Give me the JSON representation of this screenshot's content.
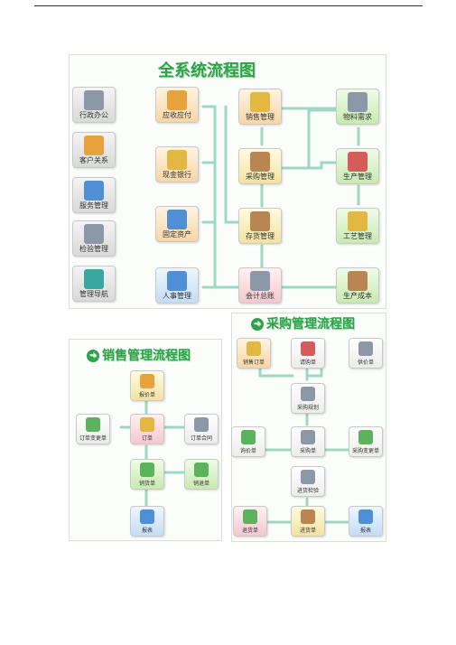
{
  "main": {
    "title": "全系统流程图",
    "side": [
      "行政办公",
      "客户关系",
      "服务管理",
      "检验管理",
      "管理导航"
    ],
    "col2": [
      "应收应付",
      "现金银行",
      "固定资产",
      "人事管理"
    ],
    "col3": [
      "销售管理",
      "采购管理",
      "存货管理",
      "会计总账"
    ],
    "col4": [
      "物料需求",
      "生产管理",
      "工艺管理",
      "生产成本"
    ]
  },
  "sales": {
    "title": "销售管理流程图",
    "quote": "报价单",
    "order": "订单",
    "change": "订单变更单",
    "contract": "订单合同",
    "delivery": "销货单",
    "return": "销退单",
    "report": "报表"
  },
  "purch": {
    "title": "采购管理流程图",
    "sales_order": "销售订单",
    "request": "请购单",
    "quote": "供价单",
    "plan": "采购规划",
    "inquiry": "询价单",
    "order": "采购单",
    "change": "采购变更单",
    "inspect": "进货检验",
    "return": "退货单",
    "receipt": "进货单",
    "report": "报表"
  },
  "colors": {
    "accent": "#2fa34a",
    "line": "#9ed8c4"
  }
}
